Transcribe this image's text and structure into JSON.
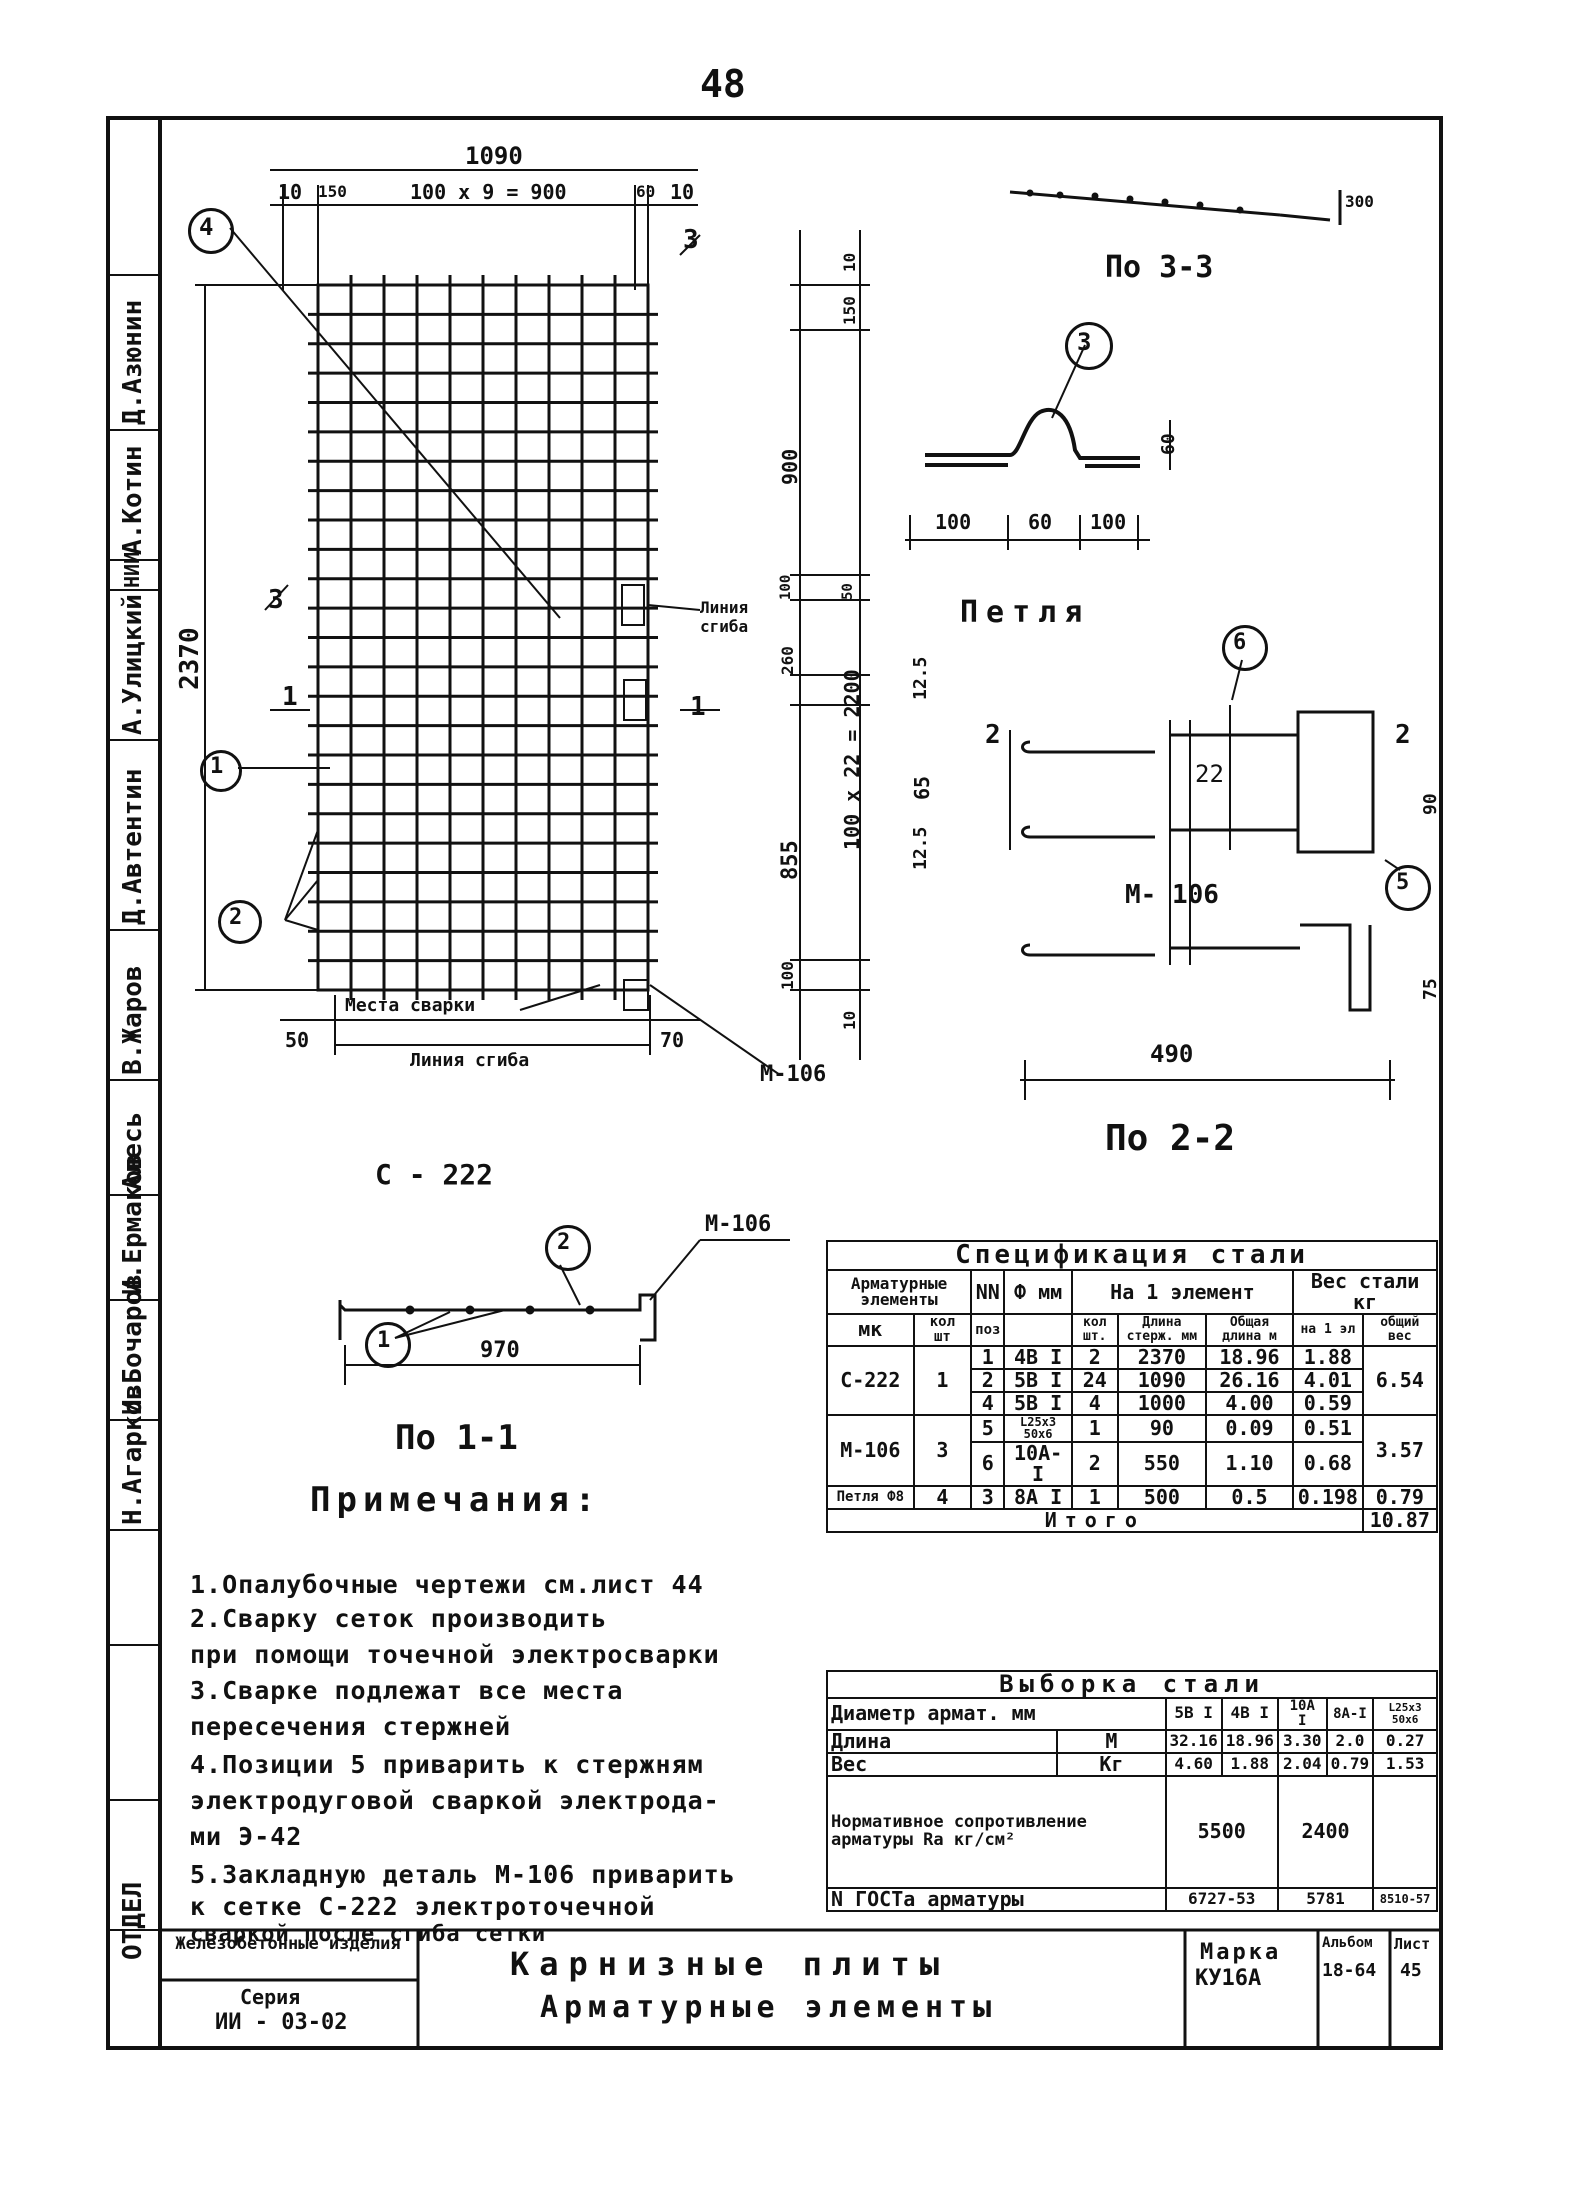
{
  "page_number": "48",
  "side_stamp": {
    "names": [
      "Д.Азюнин",
      "А.Котин",
      "НИИ",
      "А.Улицкий",
      "Д.Автентин",
      "В.Жаров",
      "Алесь",
      "И.Ермаков",
      "И.Бочаров",
      "Н.Агарков"
    ],
    "bottom": "ОТДЕЛ"
  },
  "grid_view": {
    "top_total": "1090",
    "top_parts": [
      "10",
      "150",
      "100 x 9 = 900",
      "60",
      "10"
    ],
    "height_total": "2370",
    "right_dims": [
      "10",
      "150",
      "900",
      "100",
      "50",
      "260",
      "100 x 22 = 2200",
      "855",
      "100",
      "10"
    ],
    "section_marks": [
      "3",
      "3",
      "1",
      "1"
    ],
    "bottom_dims": [
      "50",
      "70"
    ],
    "places_label": "Места сварки",
    "fold_label": "Линия сгиба",
    "fold_line_label": "Линия сгиба",
    "callouts": [
      "4",
      "1",
      "2"
    ],
    "insert_label": "М-106",
    "caption": "С - 222"
  },
  "section_3_3": {
    "title": "По 3-3",
    "dim": "300"
  },
  "loop": {
    "title": "Петля",
    "callout": "3",
    "dims": [
      "100",
      "60",
      "100"
    ],
    "height": "60"
  },
  "section_2_2": {
    "title": "По 2-2",
    "callouts": [
      "6",
      "5"
    ],
    "label": "М- 106",
    "dims": [
      "12.5",
      "65",
      "12.5",
      "2",
      "2",
      "90",
      "75",
      "490",
      "22"
    ]
  },
  "section_1_1": {
    "title": "По 1-1",
    "callouts": [
      "2",
      "1"
    ],
    "insert_label": "М-106",
    "dim": "970"
  },
  "notes": {
    "title": "Примечания:",
    "lines": [
      "1.Опалубочные чертежи см.лист 44",
      "2.Сварку сеток производить",
      "  при помощи точечной электросварки",
      "3.Сварке подлежат все места",
      "  пересечения стержней",
      "4.Позиции 5 приварить к стержням",
      "  электродуговой сваркой электрода-",
      "  ми Э-42",
      "5.Закладную деталь М-106 приварить",
      "  к сетке С-222 электроточечной",
      "  сваркой после сгиба сетки"
    ]
  },
  "spec_table": {
    "title": "Спецификация  стали",
    "headers": {
      "elements": "Арматурные элементы",
      "mark": "мк",
      "qty": "кол шт",
      "pos": "поз",
      "nn": "NN",
      "dia": "Ф мм",
      "per_element": "На 1 элемент",
      "count": "кол шт.",
      "length_mm": "Длина стерж. мм",
      "total_length": "Общая длина м",
      "weight": "Вес стали кг",
      "w_one": "на 1 эл",
      "w_total": "общий вес"
    },
    "rows": [
      {
        "mark": "С-222",
        "qty": "1",
        "pos": "1",
        "dia": "4В I",
        "count": "2",
        "len": "2370",
        "total": "18.96",
        "w1": "1.88",
        "wt": "6.54"
      },
      {
        "mark": "",
        "qty": "",
        "pos": "2",
        "dia": "5В I",
        "count": "24",
        "len": "1090",
        "total": "26.16",
        "w1": "4.01",
        "wt": ""
      },
      {
        "mark": "",
        "qty": "",
        "pos": "4",
        "dia": "5В I",
        "count": "4",
        "len": "1000",
        "total": "4.00",
        "w1": "0.59",
        "wt": ""
      },
      {
        "mark": "М-106",
        "qty": "3",
        "pos": "5",
        "dia": "L25x3 50x6",
        "count": "1",
        "len": "90",
        "total": "0.09",
        "w1": "0.51",
        "wt": "3.57"
      },
      {
        "mark": "",
        "qty": "",
        "pos": "6",
        "dia": "10А-I",
        "count": "2",
        "len": "550",
        "total": "1.10",
        "w1": "0.68",
        "wt": ""
      },
      {
        "mark": "Петля Ф8",
        "qty": "4",
        "pos": "3",
        "dia": "8А I",
        "count": "1",
        "len": "500",
        "total": "0.5",
        "w1": "0.198",
        "wt": "0.79"
      }
    ],
    "total_label": "Итого",
    "total_value": "10.87"
  },
  "sample_table": {
    "title": "Выборка  стали",
    "dia_label": "Диаметр армат. мм",
    "dias": [
      "5В I",
      "4В I",
      "10А I",
      "8А-I",
      "L25x3 50x6"
    ],
    "length_label": "Длина",
    "length_unit": "М",
    "lengths": [
      "32.16",
      "18.96",
      "3.30",
      "2.0",
      "0.27"
    ],
    "weight_label": "Вес",
    "weight_unit": "Кг",
    "weights": [
      "4.60",
      "1.88",
      "2.04",
      "0.79",
      "1.53"
    ],
    "resistance_label": "Нормативное сопротивление арматуры Rа  кг/см²",
    "resistances": [
      "5500",
      "2400"
    ],
    "gost_label": "N ГОСТа арматуры",
    "gosts": [
      "6727-53",
      "5781",
      "8510-57"
    ]
  },
  "title_block": {
    "org": "Железобетонные изделия",
    "series_label": "Серия",
    "series": "ИИ - 03-02",
    "title1": "Карнизные плиты",
    "title2": "Арматурные элементы",
    "mark_label": "Марка",
    "mark": "КУ16А",
    "album_label": "Альбом",
    "album": "18-64",
    "sheet_label": "Лист",
    "sheet": "45"
  }
}
